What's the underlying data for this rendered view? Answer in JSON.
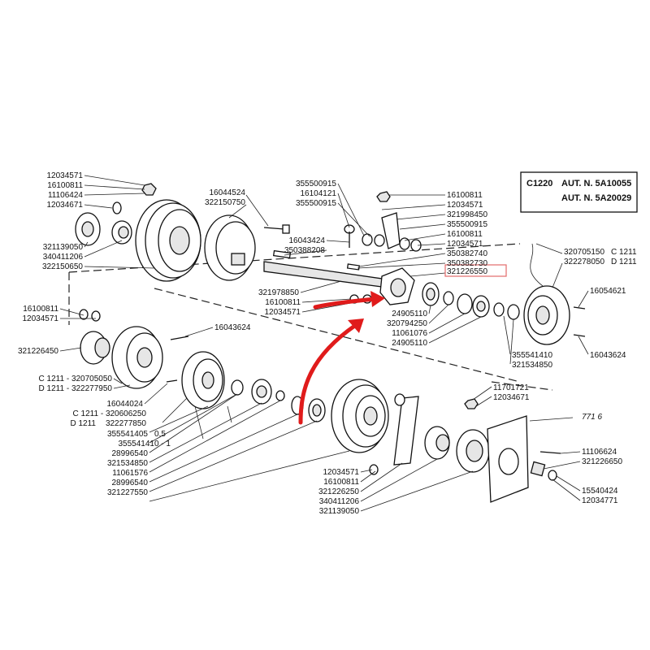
{
  "model_box": {
    "model": "C1220",
    "lines": [
      "AUT. N. 5A10055",
      "AUT. N. 5A20029"
    ]
  },
  "figure_ref": "771 6",
  "labels": {
    "l001": "12034571",
    "l002": "16100811",
    "l003": "11106424",
    "l004": "12034671",
    "l005": "321139050",
    "l006": "340411206",
    "l007": "322150650",
    "l008": "16044524",
    "l009": "322150750",
    "l010": "355500915",
    "l011": "16104121",
    "l012": "355500915",
    "l013": "16043424",
    "l014": "350388208",
    "l015": "16100811",
    "l016": "12034571",
    "l017": "321998450",
    "l018": "355500915",
    "l019": "16100811",
    "l020": "12034571",
    "l021": "350382740",
    "l022": "350382730",
    "l023": "321226550",
    "l024": "321978850",
    "l025": "16100811",
    "l026": "12034571",
    "l027": "24905110",
    "l028": "320794250",
    "l029": "11061076",
    "l030": "24905110",
    "l031": "320705150",
    "l032": "C 1211",
    "l033": "322278050",
    "l034": "D 1211",
    "l035": "16054621",
    "l036": "16043624",
    "l037": "355541410",
    "l038": "321534850",
    "l039": "16100811",
    "l040": "12034571",
    "l041": "16043624",
    "l042": "321226450",
    "l043": "C 1211 - 320705050",
    "l044": "D 1211 - 322277950",
    "l045": "16044024",
    "l046": "C 1211 - 320606250",
    "l047": "D 1211",
    "l048": "322277850",
    "l049": "355541405",
    "l050": "0,5",
    "l051": "355541410 - 1",
    "l052": "28996540",
    "l053": "321534850",
    "l054": "11061576",
    "l055": "28996540",
    "l056": "321227550",
    "l057": "11701721",
    "l058": "12034671",
    "l059": "12034571",
    "l060": "16100811",
    "l061": "321226250",
    "l062": "340411206",
    "l063": "321139050",
    "l064": "11106624",
    "l065": "321226650",
    "l066": "15540424",
    "l067": "12034771"
  },
  "colors": {
    "annotation_arrow": "#e01b1b",
    "highlight_box": "#e36a6a",
    "ink": "#111111"
  }
}
